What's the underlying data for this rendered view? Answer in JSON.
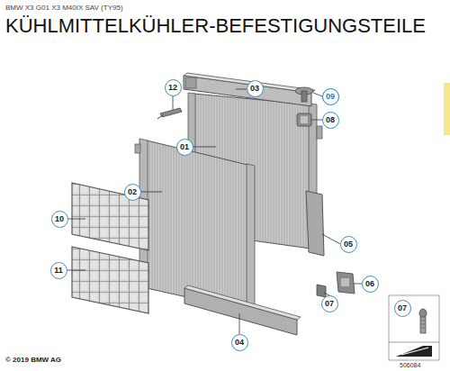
{
  "diagram": {
    "title": "KÜHLMITTELKÜHLER-BEFESTIGUNGSTEILE",
    "nodes": [
      {
        "text": [
          "12"
        ]
      },
      {
        "text": [
          "03"
        ]
      },
      {
        "text": [
          "09"
        ]
      },
      {
        "text": [
          "08"
        ]
      },
      {
        "text": [
          "01"
        ]
      },
      {
        "text": [
          "02"
        ]
      },
      {
        "text": [
          "10"
        ]
      },
      {
        "text": [
          "05"
        ]
      },
      {
        "text": [
          "11"
        ]
      },
      {
        "text": [
          "06"
        ]
      },
      {
        "text": [
          "07"
        ]
      },
      {
        "text": [
          "04"
        ]
      },
      {
        "text": [
          "07"
        ]
      }
    ],
    "labels": [
      "BMW X3 G01 X3 M40IX SAV (TY95)",
      "© 2019 BMW AG",
      "506084"
    ]
  }
}
